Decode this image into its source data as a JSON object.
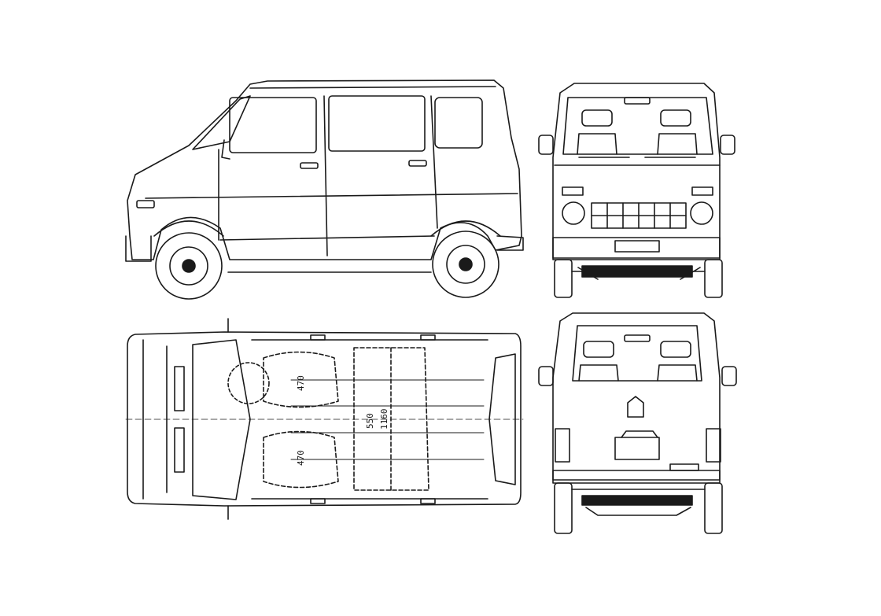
{
  "diagram": {
    "subject": "microvan blueprint",
    "views": [
      "side",
      "front",
      "top",
      "rear"
    ],
    "ink_color": "#1a1a1a",
    "paper_color": "#ffffff",
    "dimensions": {
      "front_seat_upper": "470",
      "front_seat_lower": "470",
      "rear_seat_width": "550",
      "rear_seat_length": "1160"
    }
  }
}
